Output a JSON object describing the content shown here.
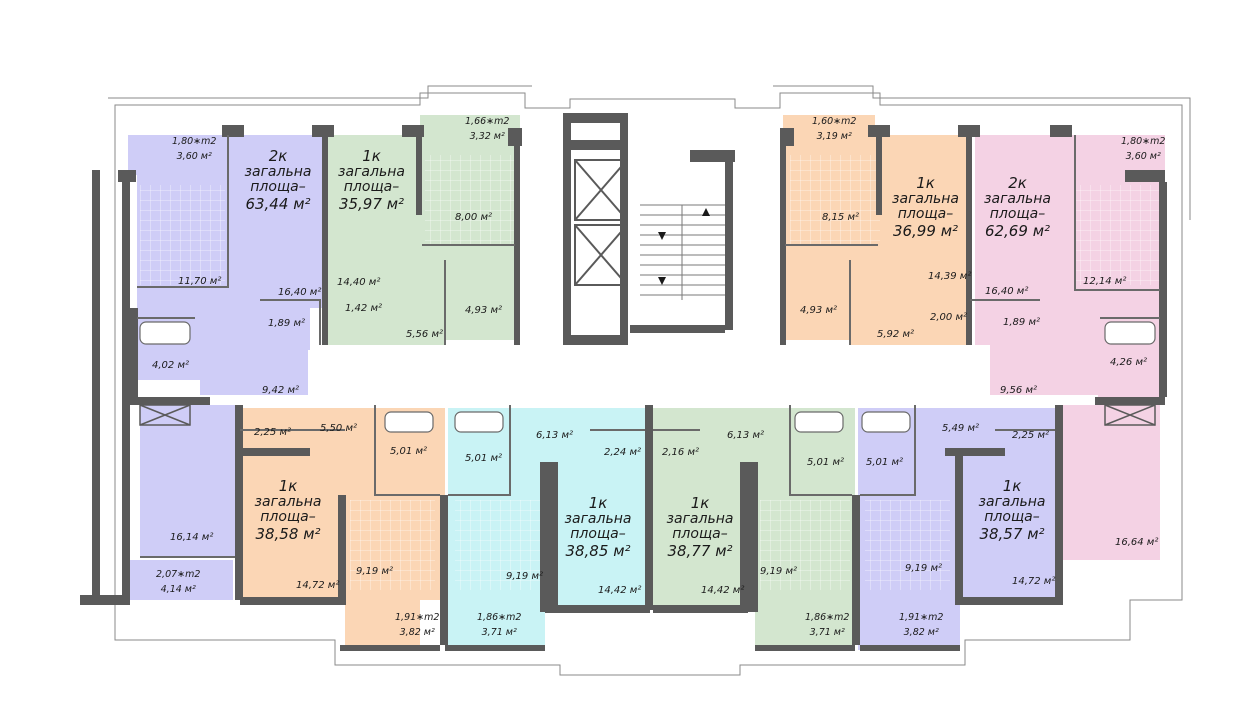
{
  "unit_types": {
    "one_room": "1к",
    "two_room": "2к",
    "total_area_prefix": "загальна",
    "total_area_word": "площа–",
    "unit_m2": "м²"
  },
  "apartments": [
    {
      "rooms": "2к",
      "area": "63,44",
      "color": "#cfcdf7"
    },
    {
      "rooms": "1к",
      "area": "35,97",
      "color": "#d3e6cf"
    },
    {
      "rooms": "1к",
      "area": "36,99",
      "color": "#fbd6b5"
    },
    {
      "rooms": "2к",
      "area": "62,69",
      "color": "#f4d2e4"
    },
    {
      "rooms": "1к",
      "area": "38,58",
      "color": "#fbd6b5"
    },
    {
      "rooms": "1к",
      "area": "38,85",
      "color": "#c9f3f5"
    },
    {
      "rooms": "1к",
      "area": "38,77",
      "color": "#d3e6cf"
    },
    {
      "rooms": "1к",
      "area": "38,57",
      "color": "#cfcdf7"
    }
  ],
  "room_areas": [
    "11,70 м²",
    "16,40 м²",
    "1,89 м²",
    "4,02 м²",
    "9,42 м²",
    "14,40 м²",
    "8,00 м²",
    "1,42 м²",
    "5,56 м²",
    "4,93 м²",
    "8,15 м²",
    "4,93 м²",
    "14,39 м²",
    "5,92 м²",
    "2,00 м²",
    "16,40 м²",
    "12,14 м²",
    "1,89 м²",
    "4,26 м²",
    "9,56 м²",
    "2,25 м²",
    "5,50 м²",
    "5,01 м²",
    "16,14 м²",
    "14,72 м²",
    "9,19 м²",
    "5,01 м²",
    "6,13 м²",
    "2,24 м²",
    "9,19 м²",
    "14,42 м²",
    "2,16 м²",
    "6,13 м²",
    "5,01 м²",
    "14,42 м²",
    "9,19 м²",
    "5,49 м²",
    "2,25 м²",
    "5,01 м²",
    "14,72 м²",
    "9,19 м²",
    "16,64 м²"
  ],
  "balconies": [
    {
      "dims": "1,80∗m2",
      "area": "3,60 м²"
    },
    {
      "dims": "1,66∗m2",
      "area": "3,32 м²"
    },
    {
      "dims": "1,60∗m2",
      "area": "3,19 м²"
    },
    {
      "dims": "1,80∗m2",
      "area": "3,60 м²"
    },
    {
      "dims": "2,07∗m2",
      "area": "4,14 м²"
    },
    {
      "dims": "1,91∗m2",
      "area": "3,82 м²"
    },
    {
      "dims": "1,86∗m2",
      "area": "3,71 м²"
    },
    {
      "dims": "1,86∗m2",
      "area": "3,71 м²"
    },
    {
      "dims": "1,91∗m2",
      "area": "3,82 м²"
    }
  ],
  "colors": {
    "wall": "#5a5a5a",
    "thin_line": "#8a8a8a",
    "corridor": "#ffffff",
    "tile_line": "#ffffff"
  }
}
